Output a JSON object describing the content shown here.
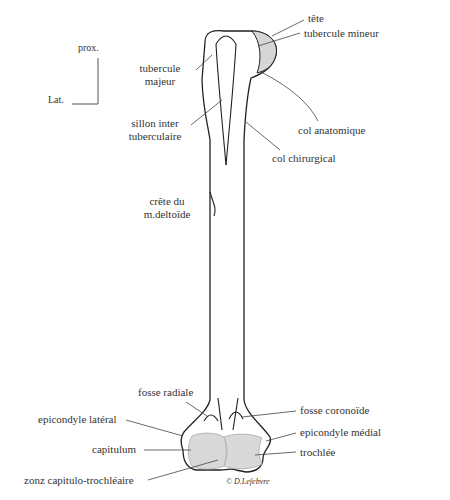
{
  "diagram": {
    "labels": [
      "prox.",
      "Lat.",
      "tubercule majeur",
      "sillon inter tuberculaire",
      "crête du m.deltoïde",
      "tête",
      "tubercule mineur",
      "col anatomique",
      "col chirurgical",
      "fosse radiale",
      "epicondyle latéral",
      "capitulum",
      "zonz capitulo-trochléaire",
      "fosse coronoïde",
      "epicondyle médial",
      "trochlée",
      "© D.Lefebvre"
    ]
  }
}
